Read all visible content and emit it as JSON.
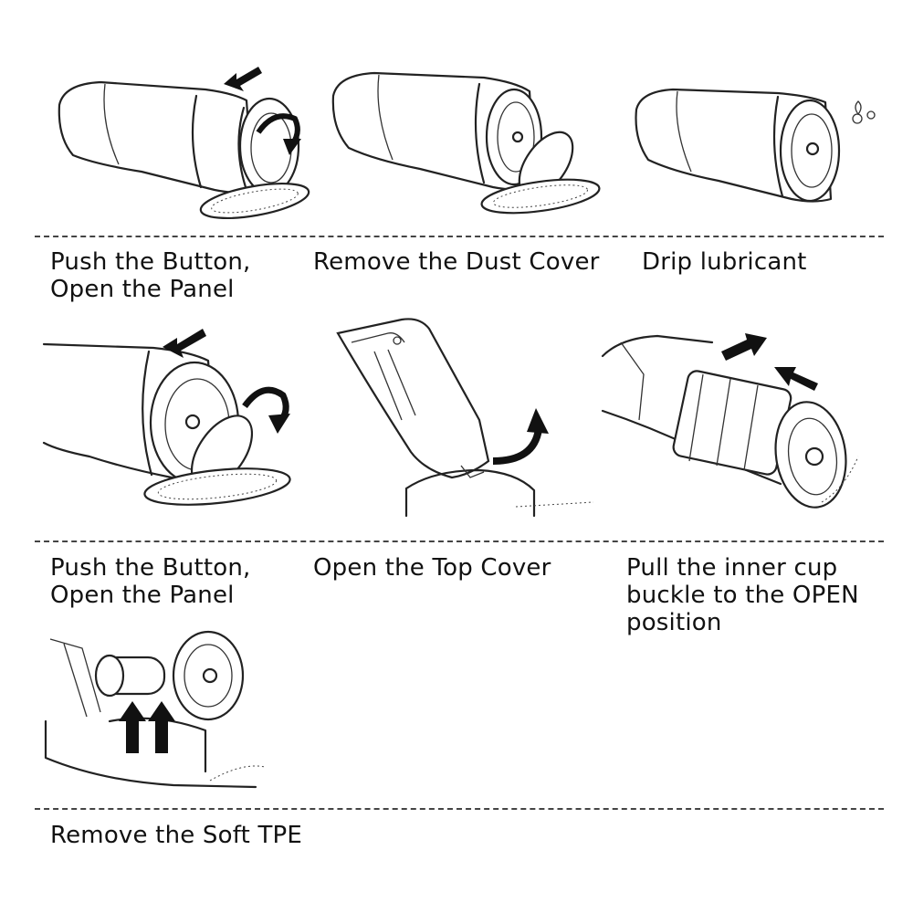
{
  "steps": [
    {
      "lines": [
        "Push the Button,",
        "Open the Panel"
      ],
      "illustration": "device-button-panel-open"
    },
    {
      "lines": [
        "Remove the Dust Cover"
      ],
      "illustration": "device-dust-cover-removed"
    },
    {
      "lines": [
        "Drip lubricant"
      ],
      "illustration": "device-drip-lubricant"
    },
    {
      "lines": [
        "Push the Button,",
        "Open the Panel"
      ],
      "illustration": "device-button-panel-open-closeup"
    },
    {
      "lines": [
        "Open the Top Cover"
      ],
      "illustration": "top-cover-opening"
    },
    {
      "lines": [
        "Pull the inner cup",
        "buckle to the OPEN",
        "position"
      ],
      "illustration": "inner-cup-buckle"
    },
    {
      "lines": [
        "Remove the Soft TPE"
      ],
      "illustration": "soft-tpe-removal"
    }
  ],
  "icons": [
    "push-arrow-icon",
    "curved-arrow-icon",
    "lubricant-drops-icon",
    "up-arrow-icon"
  ]
}
